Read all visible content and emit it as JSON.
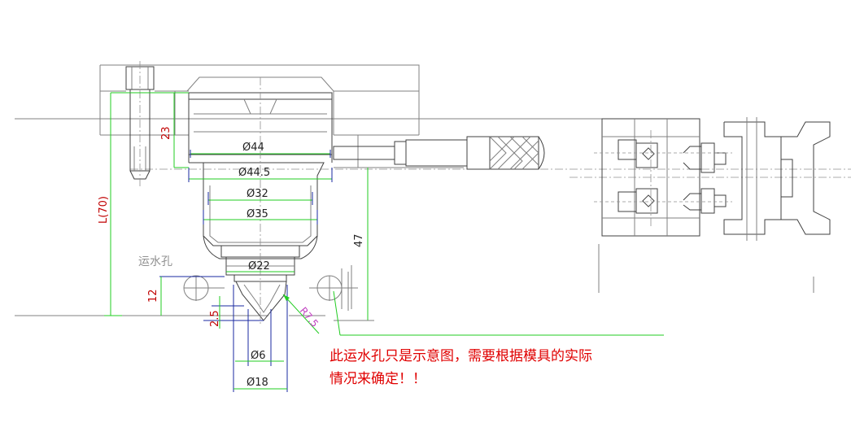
{
  "labels": {
    "water_hole": "运水孔",
    "note_line1": "此运水孔只是示意图，需要根据模具的实际",
    "note_line2": "情况来确定！！"
  },
  "dimensions": {
    "d44": "Ø44",
    "d44_5": "Ø44.5",
    "d32": "Ø32",
    "d35": "Ø35",
    "d22": "Ø22",
    "d6": "Ø6",
    "d18": "Ø18",
    "h23": "23",
    "h12": "12",
    "h2_5": "2.5",
    "h47": "47",
    "L70": "L(70)",
    "R75": "R7.5"
  },
  "colors": {
    "dimension_line": "#22cc22",
    "outline": "#808080",
    "note_text": "#e00000",
    "dimension_value_red": "#c00000"
  }
}
